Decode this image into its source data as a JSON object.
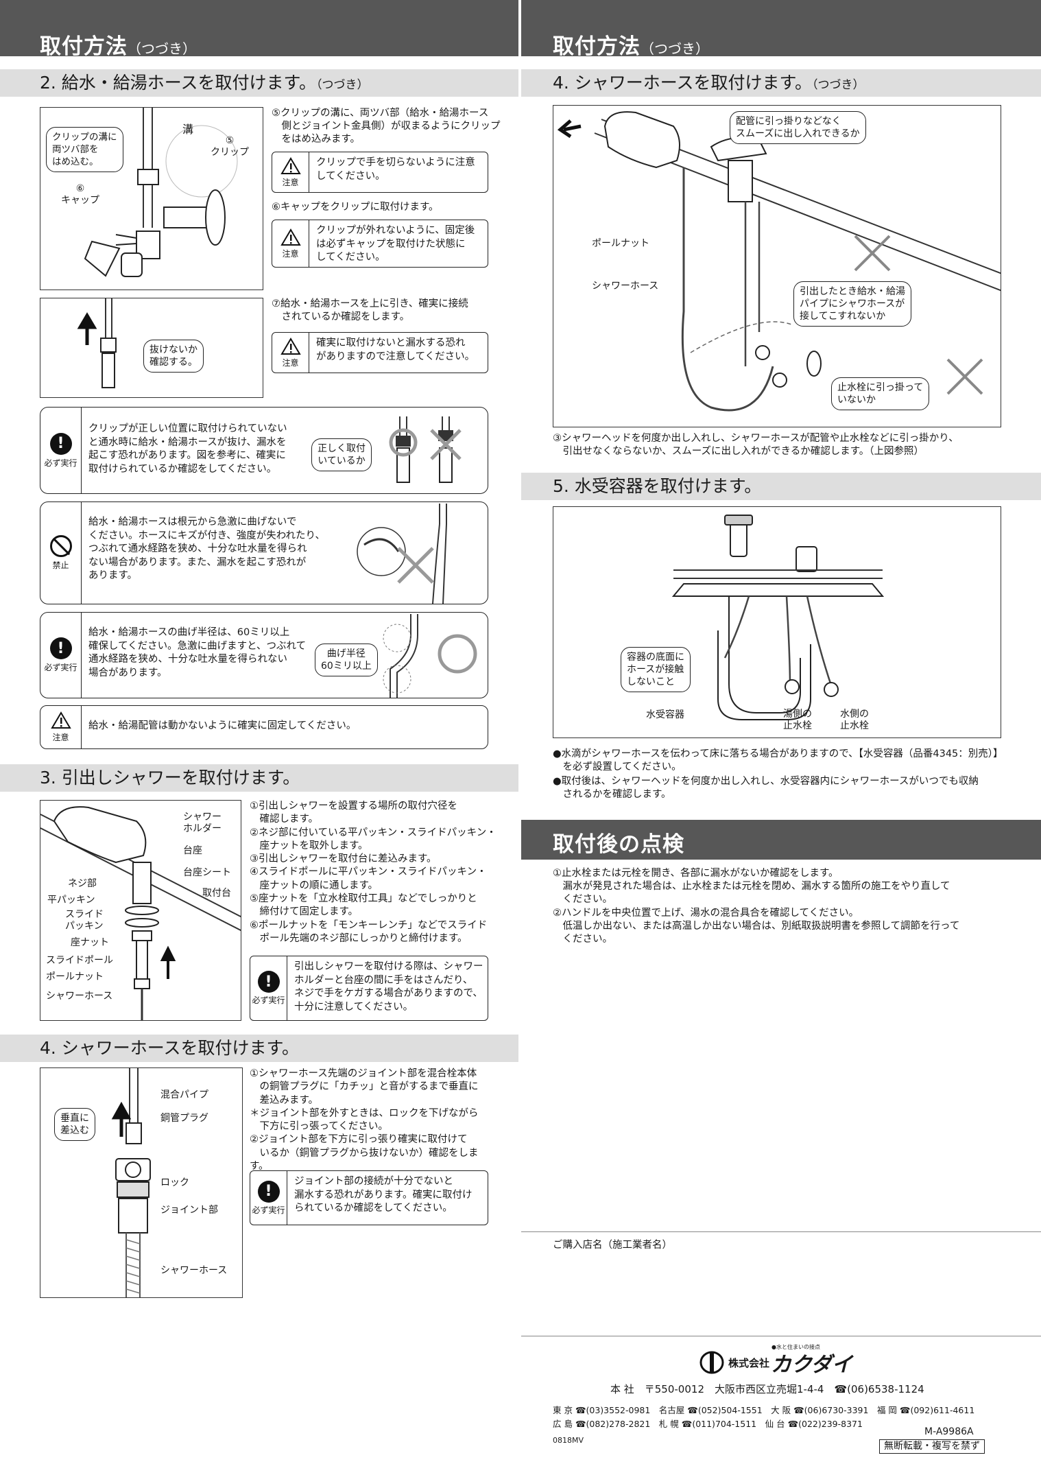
{
  "header": {
    "title": "取付方法",
    "subtitle": "（つづき）"
  },
  "left": {
    "sec2": {
      "title": "2. 給水・給湯ホースを取付けます。",
      "cont": "（つづき）"
    },
    "fig1": {
      "bubble": "クリップの溝に\n両ツバ部を\nはめ込む。",
      "mizo": "溝",
      "clip": "⑤\nクリップ",
      "cap": "⑥\nキャップ"
    },
    "s5": "⑤クリップの溝に、両ツバ部（給水・給湯ホース\n　側とジョイント金具側）が収まるようにクリップ\n　をはめ込みます。",
    "c1": "クリップで手を切らないように注意\nしてください。",
    "s6": "⑥キャップをクリップに取付けます。",
    "c2": "クリップが外れないように、固定後\nは必ずキャップを取付けた状態に\nしてください。",
    "fig2": {
      "bubble": "抜けないか\n確認する。"
    },
    "s7": "⑦給水・給湯ホースを上に引き、確実に接続\n　されているか確認をします。",
    "c3": "確実に取付けないと漏水する恐れ\nがありますので注意してください。",
    "w1": "クリップが正しい位置に取付けられていない\nと通水時に給水・給湯ホースが抜け、漏水を\n起こす恐れがあります。図を参考に、確実に\n取付けられているか確認をしてください。",
    "w1b": "正しく取付\nいているか",
    "w2": "給水・給湯ホースは根元から急激に曲げないで\nください。ホースにキズが付き、強度が失われたり、\nつぶれて通水経路を狭め、十分な吐水量を得られ\nない場合があります。また、漏水を起こす恐れが\nあります。",
    "w3": "給水・給湯ホースの曲げ半径は、60ミリ以上\n確保してください。急激に曲げますと、つぶれて\n通水経路を狭め、十分な吐水量を得られない\n場合があります。",
    "w3b": "曲げ半径\n60ミリ以上",
    "c4": "給水・給湯配管は動かないように確実に固定してください。",
    "sec3": {
      "title": "3. 引出しシャワーを取付けます。"
    },
    "fig3": {
      "holder": "シャワー\nホルダー",
      "daiza": "台座",
      "sheet": "台座シート",
      "toritsuke": "取付台",
      "neji": "ネジ部",
      "hira": "平パッキン",
      "slide": "スライド\nパッキン",
      "zanut": "座ナット",
      "pole": "スライドポール",
      "polenut": "ポールナット",
      "hose": "シャワーホース"
    },
    "s3": "①引出しシャワーを設置する場所の取付穴径を\n　確認します。\n②ネジ部に付いている平パッキン・スライドパッキン・\n　座ナットを取外します。\n③引出しシャワーを取付台に差込みます。\n④スライドポールに平パッキン・スライドパッキン・\n　座ナットの順に通します。\n⑤座ナットを「立水栓取付工具」などでしっかりと\n　締付けて固定します。\n⑥ポールナットを「モンキーレンチ」などでスライド\n　ポール先端のネジ部にしっかりと締付けます。",
    "w4": "引出しシャワーを取付ける際は、シャワー\nホルダーと台座の間に手をはさんだり、\nネジで手をケガする場合がありますので、\n十分に注意してください。",
    "sec4": {
      "title": "4. シャワーホースを取付けます。"
    },
    "fig4": {
      "bubble": "垂直に\n差込む",
      "pipe": "混合パイプ",
      "plug": "銅管プラグ",
      "lock": "ロック",
      "joint": "ジョイント部",
      "hose": "シャワーホース"
    },
    "s4": "①シャワーホース先端のジョイント部を混合栓本体\n　の銅管プラグに「カチッ」と音がするまで垂直に\n　差込みます。\n＊ジョイント部を外すときは、ロックを下げながら\n　下方に引っ張ってください。\n②ジョイント部を下方に引っ張り確実に取付けて\n　いるか（銅管プラグから抜けないか）確認をします。",
    "w5": "ジョイント部の接続が十分でないと\n漏水する恐れがあります。確実に取付け\nられているか確認をしてください。"
  },
  "right": {
    "sec4c": {
      "title": "4. シャワーホースを取付けます。",
      "cont": "（つづき）"
    },
    "fig5": {
      "b1": "配管に引っ掛りなどなく\nスムーズに出し入れできるか",
      "b2": "引出したとき給水・給湯\nパイプにシャワホースが\n接してこすれないか",
      "b3": "止水栓に引っ掛って\nいないか",
      "nut": "ポールナット",
      "hose": "シャワーホース"
    },
    "s4c": "③シャワーヘッドを何度か出し入れし、シャワーホースが配管や止水栓などに引っ掛かり、\n　引出せなくならないか、スムーズに出し入れができるか確認します。（上図参照）",
    "sec5": {
      "title": "5. 水受容器を取付けます。"
    },
    "fig6": {
      "bubble": "容器の底面に\nホースが接触\nしないこと",
      "cont": "水受容器",
      "hot": "湯側の\n止水栓",
      "cold": "水側の\n止水栓"
    },
    "n1": "●水滴がシャワーホースを伝わって床に落ちる場合がありますので、【水受容器（品番4345：別売）】\n　を必ず設置してください。",
    "n2": "●取付後は、シャワーヘッドを何度か出し入れし、水受容器内にシャワーホースがいつでも収納\n　されるかを確認します。",
    "inspect": "取付後の点検",
    "i1": "①止水栓または元栓を開き、各部に漏水がないか確認をします。\n　漏水が発見された場合は、止水栓または元栓を閉め、漏水する箇所の施工をやり直して\n　ください。",
    "i2": "②ハンドルを中央位置で上げ、湯水の混合具合を確認してください。\n　低温しか出ない、または高温しか出ない場合は、別紙取扱説明書を参照して調節を行って\n　ください。",
    "shop": "ご購入店名（施工業者名）",
    "brand": "カクダイ",
    "company": "株式会社",
    "tagline": "●水と住まいの接点",
    "hq": "本 社　〒550-0012　大阪市西区立売堀1-4-4　☎(06)6538-1124",
    "br1": "東 京 ☎(03)3552-0981　名古屋 ☎(052)504-1551　大 阪 ☎(06)6730-3391　福 岡 ☎(092)611-4611",
    "br2": "広 島 ☎(082)278-2821　札 幌 ☎(011)704-1511　仙 台 ☎(022)239-8371",
    "code": "M-A9986A",
    "date": "0818MV",
    "notice": "無断転載・複写を禁ず"
  },
  "labels": {
    "caution": "注意",
    "must": "必ず実行",
    "prohibit": "禁止"
  }
}
